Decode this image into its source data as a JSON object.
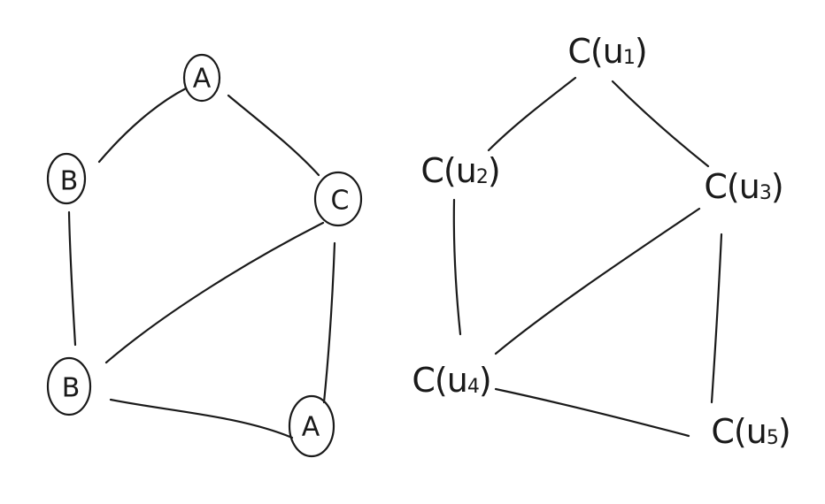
{
  "left_graph": {
    "nodes": [
      {
        "id": "n1",
        "label": "A"
      },
      {
        "id": "n2",
        "label": "B"
      },
      {
        "id": "n3",
        "label": "C"
      },
      {
        "id": "n4",
        "label": "B"
      },
      {
        "id": "n5",
        "label": "A"
      }
    ],
    "edges": [
      {
        "from": "n1",
        "to": "n2"
      },
      {
        "from": "n1",
        "to": "n3"
      },
      {
        "from": "n2",
        "to": "n4"
      },
      {
        "from": "n3",
        "to": "n4"
      },
      {
        "from": "n3",
        "to": "n5"
      },
      {
        "from": "n4",
        "to": "n5"
      }
    ]
  },
  "right_graph": {
    "nodes": [
      {
        "id": "u1",
        "prefix": "C(u",
        "sub": "1",
        "suffix": ")"
      },
      {
        "id": "u2",
        "prefix": "C(u",
        "sub": "2",
        "suffix": ")"
      },
      {
        "id": "u3",
        "prefix": "C(u",
        "sub": "3",
        "suffix": ")"
      },
      {
        "id": "u4",
        "prefix": "C(u",
        "sub": "4",
        "suffix": ")"
      },
      {
        "id": "u5",
        "prefix": "C(u",
        "sub": "5",
        "suffix": ")"
      }
    ],
    "edges": [
      {
        "from": "u1",
        "to": "u2"
      },
      {
        "from": "u1",
        "to": "u3"
      },
      {
        "from": "u2",
        "to": "u4"
      },
      {
        "from": "u3",
        "to": "u4"
      },
      {
        "from": "u3",
        "to": "u5"
      },
      {
        "from": "u4",
        "to": "u5"
      }
    ]
  }
}
